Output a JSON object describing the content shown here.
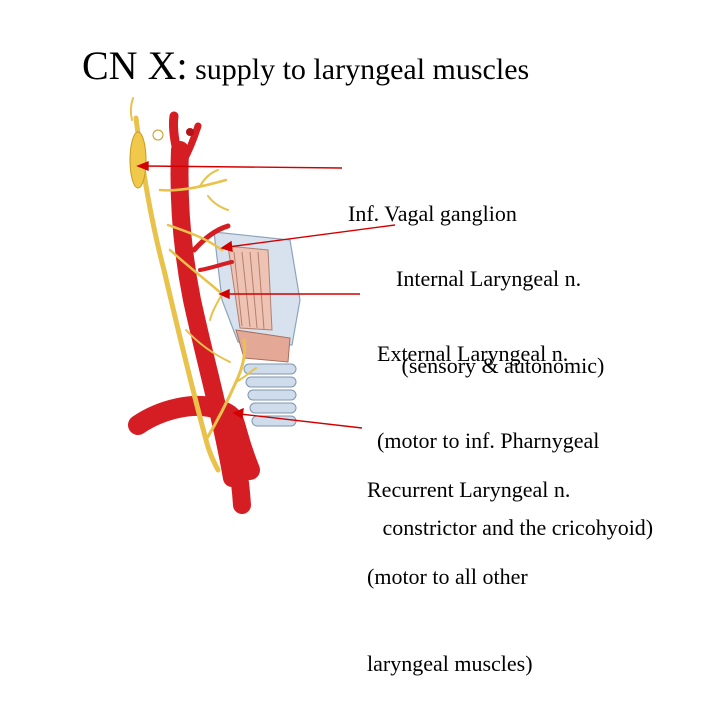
{
  "title": {
    "prefix": "CN X:",
    "rest": " supply to laryngeal muscles"
  },
  "labels": [
    {
      "lines": [
        "Inf. Vagal ganglion"
      ]
    },
    {
      "lines": [
        "Internal Laryngeal n.",
        " (sensory & autonomic)"
      ]
    },
    {
      "lines": [
        "External Laryngeal n.",
        "(motor to inf. Pharnygeal",
        " constrictor and the cricohyoid)"
      ]
    },
    {
      "lines": [
        "Recurrent Laryngeal n.",
        "(motor to all other",
        "laryngeal muscles)"
      ]
    }
  ],
  "colors": {
    "artery": "#d51e24",
    "nerve": "#e8c24a",
    "leader": "#d40000",
    "cartilage": "#c9d7e6",
    "muscle": "#e9b9a7"
  }
}
